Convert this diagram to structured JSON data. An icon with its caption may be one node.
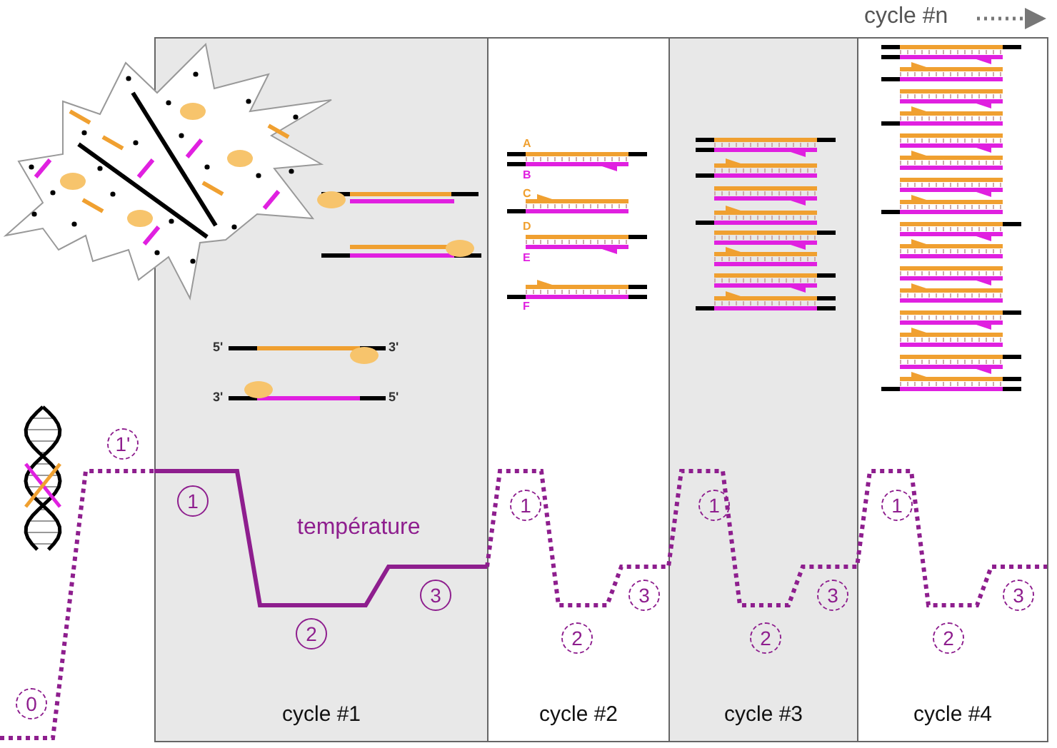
{
  "diagram": {
    "nodes": [
      {
        "text": [
          "cycle #1"
        ]
      },
      {
        "text": [
          "cycle #2"
        ]
      },
      {
        "text": [
          "cycle #3"
        ]
      },
      {
        "text": [
          "cycle #4"
        ]
      },
      {
        "text": [
          "0"
        ]
      },
      {
        "text": [
          "1'"
        ]
      },
      {
        "text": [
          "1"
        ],
        "in": 0
      },
      {
        "text": [
          "2"
        ],
        "in": 0
      },
      {
        "text": [
          "3"
        ],
        "in": 0
      },
      {
        "text": [
          "1"
        ],
        "in": 1
      },
      {
        "text": [
          "2"
        ],
        "in": 1
      },
      {
        "text": [
          "3"
        ],
        "in": 1
      },
      {
        "text": [
          "1"
        ],
        "in": 2
      },
      {
        "text": [
          "2"
        ],
        "in": 2
      },
      {
        "text": [
          "3"
        ],
        "in": 2
      },
      {
        "text": [
          "1"
        ],
        "in": 3
      },
      {
        "text": [
          "2"
        ],
        "in": 3
      },
      {
        "text": [
          "3"
        ],
        "in": 3
      }
    ],
    "edges": [],
    "labels": [
      "cycle #n",
      "A",
      "B",
      "C",
      "D",
      "E",
      "F",
      "5'",
      "3'",
      "3'",
      "5'",
      "température"
    ]
  }
}
